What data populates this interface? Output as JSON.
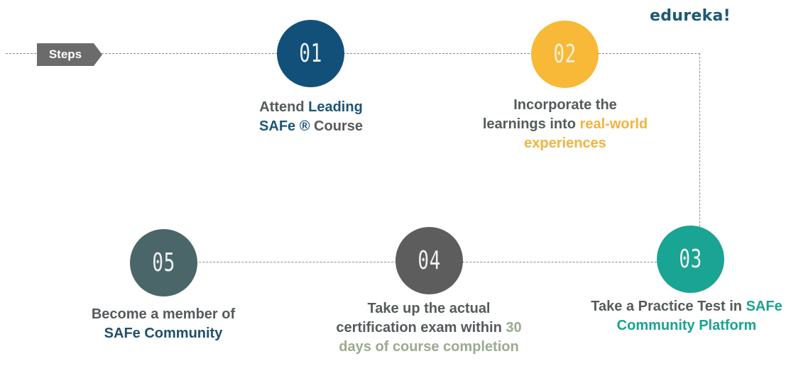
{
  "logo": "edureka!",
  "steps_tag": "Steps",
  "colors": {
    "step01": "#12507a",
    "step02": "#f7b937",
    "step03": "#1aa493",
    "step04": "#5d5d5d",
    "step05": "#4a6668",
    "connector": "#8a8a8a",
    "tag": "#6b6b6b"
  },
  "steps": [
    {
      "number": "01",
      "lines": [
        [
          "Attend ",
          "Leading"
        ],
        [
          "SAFe ® ",
          "Course"
        ]
      ]
    },
    {
      "number": "02",
      "lines": [
        [
          "Incorporate the"
        ],
        [
          "learnings into ",
          "real-world"
        ],
        [
          "experiences"
        ]
      ]
    },
    {
      "number": "03",
      "lines": [
        [
          "Take a Practice Test in ",
          "SAFe"
        ],
        [
          "Community Platform"
        ]
      ]
    },
    {
      "number": "04",
      "lines": [
        [
          "Take up the actual"
        ],
        [
          "certification exam within ",
          "30"
        ],
        [
          "days of course completion"
        ]
      ]
    },
    {
      "number": "05",
      "lines": [
        [
          "Become a member of"
        ],
        [
          "SAFe Community"
        ]
      ]
    }
  ]
}
